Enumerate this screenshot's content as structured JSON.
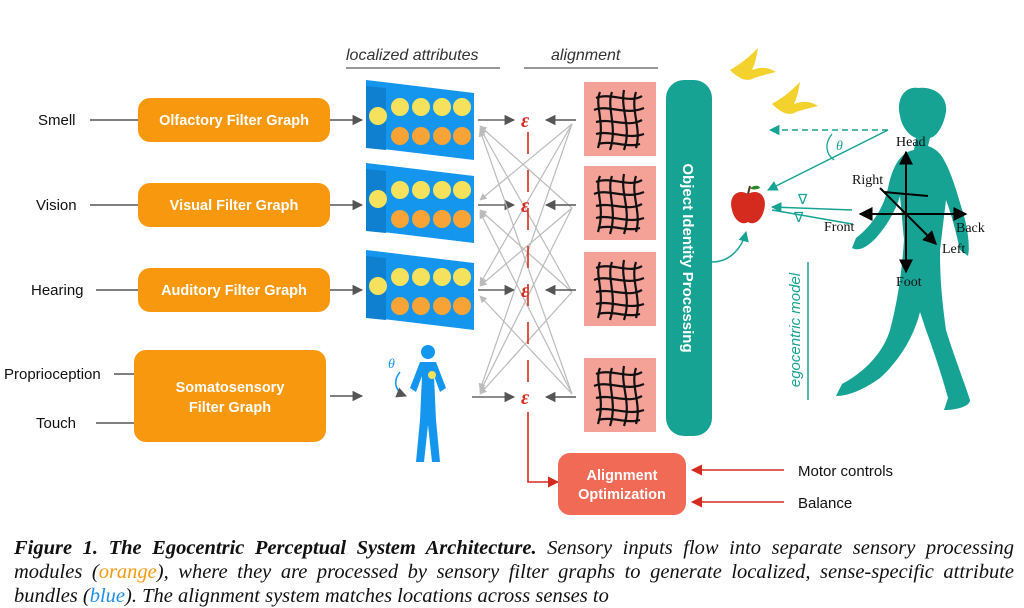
{
  "headers": {
    "localized": "localized attributes",
    "alignment": "alignment",
    "object_identity": "Object Identity Processing",
    "egocentric": "egocentric model"
  },
  "inputs": [
    "Smell",
    "Vision",
    "Hearing",
    "Proprioception",
    "Touch"
  ],
  "filters": [
    "Olfactory Filter Graph",
    "Visual Filter Graph",
    "Auditory Filter Graph",
    "Somatosensory",
    "Filter Graph"
  ],
  "epsilon": "ε",
  "optimization": {
    "line1": "Alignment",
    "line2": "Optimization"
  },
  "controls": [
    "Motor controls",
    "Balance"
  ],
  "body_axes": {
    "head": "Head",
    "right": "Right",
    "front": "Front",
    "back": "Back",
    "left": "Left",
    "foot": "Foot"
  },
  "symbols": {
    "theta": "θ",
    "nabla": "∇"
  },
  "caption": {
    "title": "Figure 1. The Egocentric Perceptual System Architecture.",
    "text1": " Sensory inputs flow into separate sensory processing modules (",
    "orange": "orange",
    "text2": "), where they are processed by sensory filter graphs to generate localized, sense-specific attribute bundles (",
    "blue": "blue",
    "text3": "). The alignment system matches locations across senses to"
  },
  "colors": {
    "orange": "#f7980f",
    "blue": "#1596ee",
    "teal": "#17a394",
    "salmon": "#f4a197",
    "red": "#d42b1e",
    "yellow": "#f5e15b",
    "bird_yellow": "#f3d22e"
  }
}
